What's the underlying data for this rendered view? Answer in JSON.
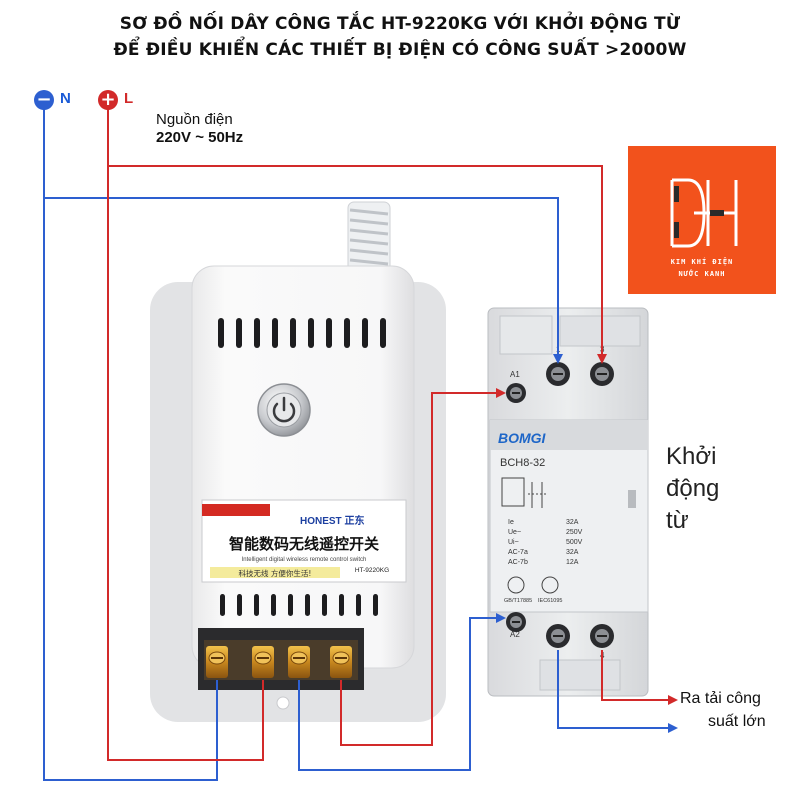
{
  "title": {
    "line1": "SƠ ĐỒ NỐI DÂY CÔNG TẮC HT-9220KG VỚI KHỞI ĐỘNG TỪ",
    "line2": "ĐỂ ĐIỀU KHIỂN CÁC THIẾT BỊ ĐIỆN CÓ CÔNG SUẤT >2000W"
  },
  "power_terminals": {
    "neutral_letter": "N",
    "line_letter": "L"
  },
  "power_source": {
    "line1": "Nguồn điện",
    "line2": "220V ~ 50Hz"
  },
  "remote_switch": {
    "brand": "HONEST",
    "brand_cn": "正东",
    "title_cn": "智能数码无线遥控开关",
    "subtitle_en": "Intelligent digital wireless remote control switch",
    "model": "HT-9220KG",
    "slogan_cn": "科技无线 方便你生活!"
  },
  "contactor": {
    "brand": "BOMGI",
    "model": "BCH8-32",
    "terminal_a1": "A1",
    "terminal_a2": "A2",
    "terminal_1": "1",
    "terminal_3": "3",
    "terminal_4": "4",
    "spec_lines": [
      {
        "key": "Ie",
        "val": "32A"
      },
      {
        "key": "Ue~",
        "val": "250V"
      },
      {
        "key": "Ui~",
        "val": "500V"
      },
      {
        "key": "AC-7a",
        "val": "32A"
      },
      {
        "key": "AC-7b",
        "val": "12A"
      }
    ],
    "cert1": "GB/T17885",
    "cert2": "IEC61095"
  },
  "contactor_label": [
    "Khởi",
    "động",
    "từ"
  ],
  "output_label": {
    "line1": "Ra tải công",
    "line2": "suất lớn"
  },
  "logo": {
    "letters": "DH",
    "caption1": "KIM KHÍ ĐIỆN",
    "caption2": "NƯỚC KANH"
  },
  "colors": {
    "neutral_wire": "#2d5fd0",
    "line_wire": "#d22a2a",
    "logo_bg": "#f2521c"
  }
}
